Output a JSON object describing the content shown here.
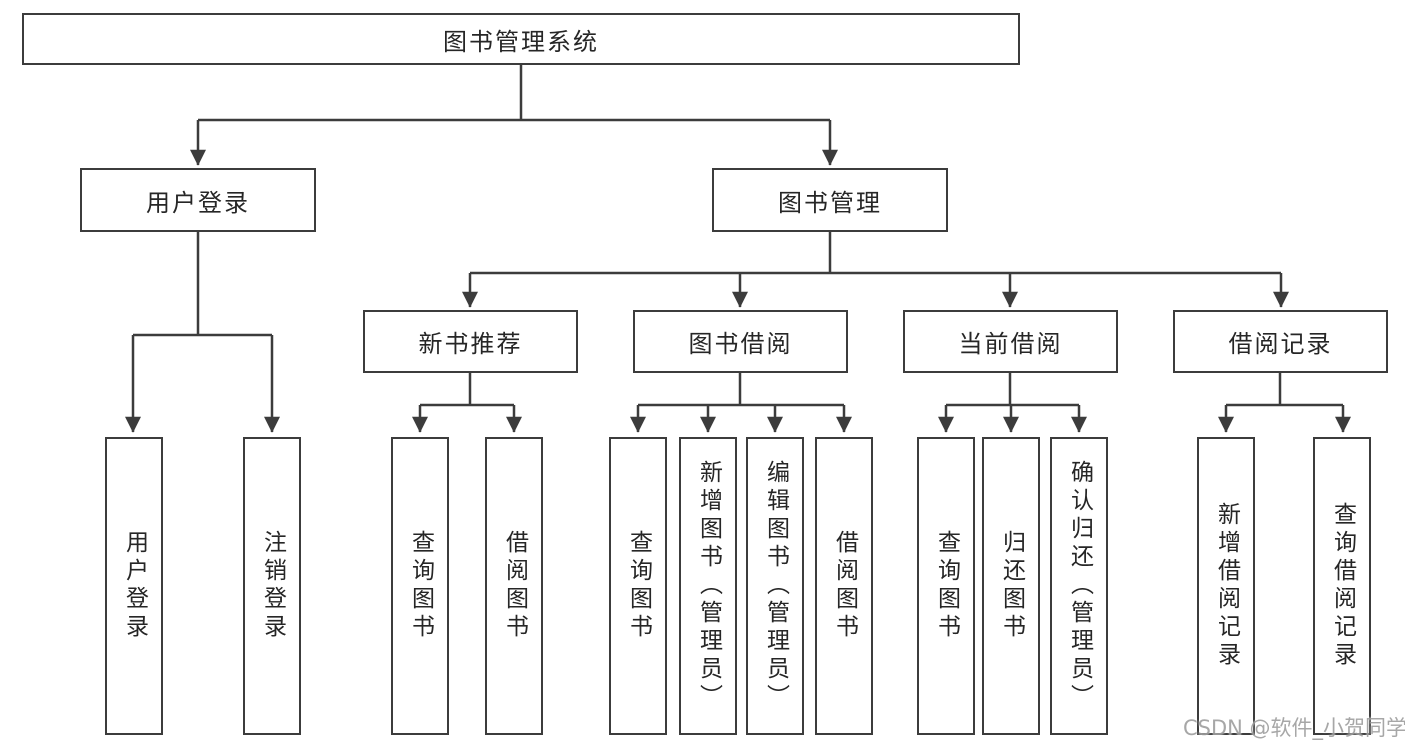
{
  "tree": {
    "root": {
      "label": "图书管理系统"
    },
    "branches": [
      {
        "label": "用户登录",
        "children": [
          {
            "label": "用户登录"
          },
          {
            "label": "注销登录"
          }
        ]
      },
      {
        "label": "图书管理",
        "children": [
          {
            "label": "新书推荐",
            "children": [
              {
                "label": "查询图书"
              },
              {
                "label": "借阅图书"
              }
            ]
          },
          {
            "label": "图书借阅",
            "children": [
              {
                "label": "查询图书"
              },
              {
                "label": "新增图书（管理员）"
              },
              {
                "label": "编辑图书（管理员）"
              },
              {
                "label": "借阅图书"
              }
            ]
          },
          {
            "label": "当前借阅",
            "children": [
              {
                "label": "查询图书"
              },
              {
                "label": "归还图书"
              },
              {
                "label": "确认归还（管理员）"
              }
            ]
          },
          {
            "label": "借阅记录",
            "children": [
              {
                "label": "新增借阅记录"
              },
              {
                "label": "查询借阅记录"
              }
            ]
          }
        ]
      }
    ]
  },
  "watermark": {
    "text": "CSDN @软件_小贺同学"
  },
  "colors": {
    "line": "#3c3c3c",
    "text": "#262626",
    "background": "#ffffff",
    "watermark": "#9e9e9e"
  }
}
